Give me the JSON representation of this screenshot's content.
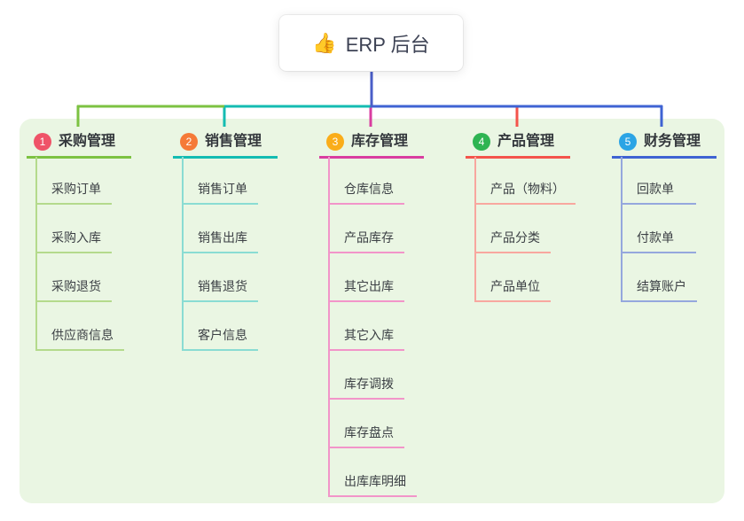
{
  "root": {
    "icon": "👍",
    "label": "ERP 后台"
  },
  "panel_color": "#eaf6e3",
  "connector": {
    "root_color": "#4a5ec8",
    "bus_segments": [
      "#7cc242",
      "#14bcb2",
      "#3f63d3"
    ]
  },
  "branches": [
    {
      "num": "1",
      "title": "采购管理",
      "badge_color": "#ef5368",
      "line_color": "#7cc242",
      "light_color": "#b4da8c",
      "items": [
        "采购订单",
        "采购入库",
        "采购退货",
        "供应商信息"
      ]
    },
    {
      "num": "2",
      "title": "销售管理",
      "badge_color": "#f57a38",
      "line_color": "#14bcb2",
      "light_color": "#8adcd3",
      "items": [
        "销售订单",
        "销售出库",
        "销售退货",
        "客户信息"
      ]
    },
    {
      "num": "3",
      "title": "库存管理",
      "badge_color": "#faad1a",
      "line_color": "#d93da0",
      "light_color": "#f295c9",
      "items": [
        "仓库信息",
        "产品库存",
        "其它出库",
        "其它入库",
        "库存调拨",
        "库存盘点",
        "出库库明细"
      ]
    },
    {
      "num": "4",
      "title": "产品管理",
      "badge_color": "#2eb452",
      "line_color": "#f4544c",
      "light_color": "#f8a79f",
      "items": [
        "产品（物料）",
        "产品分类",
        "产品单位"
      ]
    },
    {
      "num": "5",
      "title": "财务管理",
      "badge_color": "#2ba4e5",
      "line_color": "#3f63d3",
      "light_color": "#95a7dd",
      "items": [
        "回款单",
        "付款单",
        "结算账户"
      ]
    }
  ]
}
